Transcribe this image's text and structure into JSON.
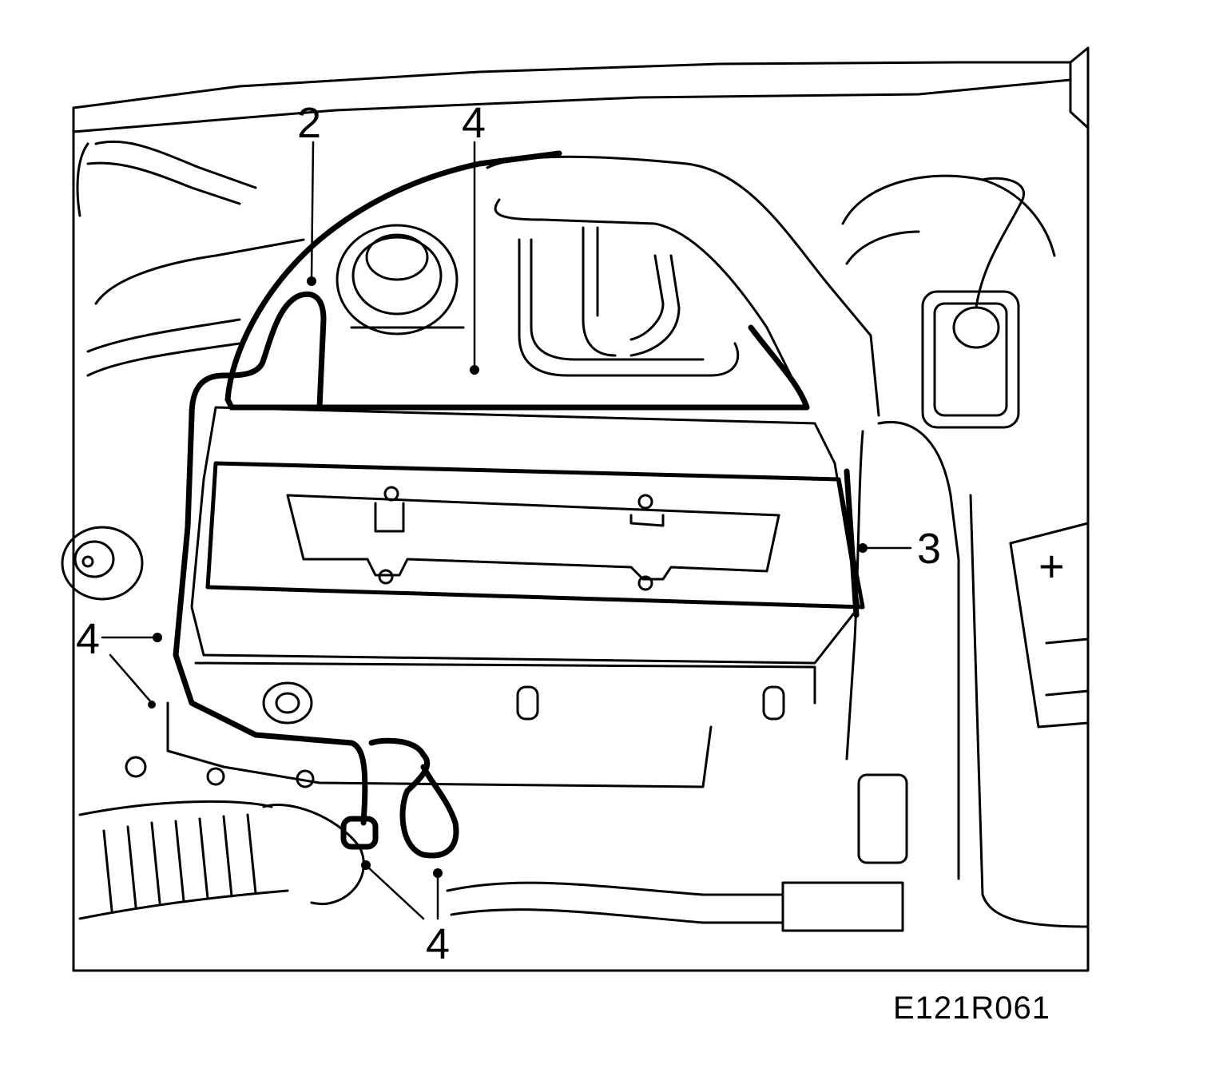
{
  "figure": {
    "callouts": {
      "c2": "2",
      "c4_top": "4",
      "c3": "3",
      "c4_left": "4",
      "c4_bottom": "4"
    },
    "battery_symbol": "+",
    "drawing_code": "E121R061"
  },
  "colors": {
    "ink": "#000000",
    "paper": "#ffffff"
  }
}
